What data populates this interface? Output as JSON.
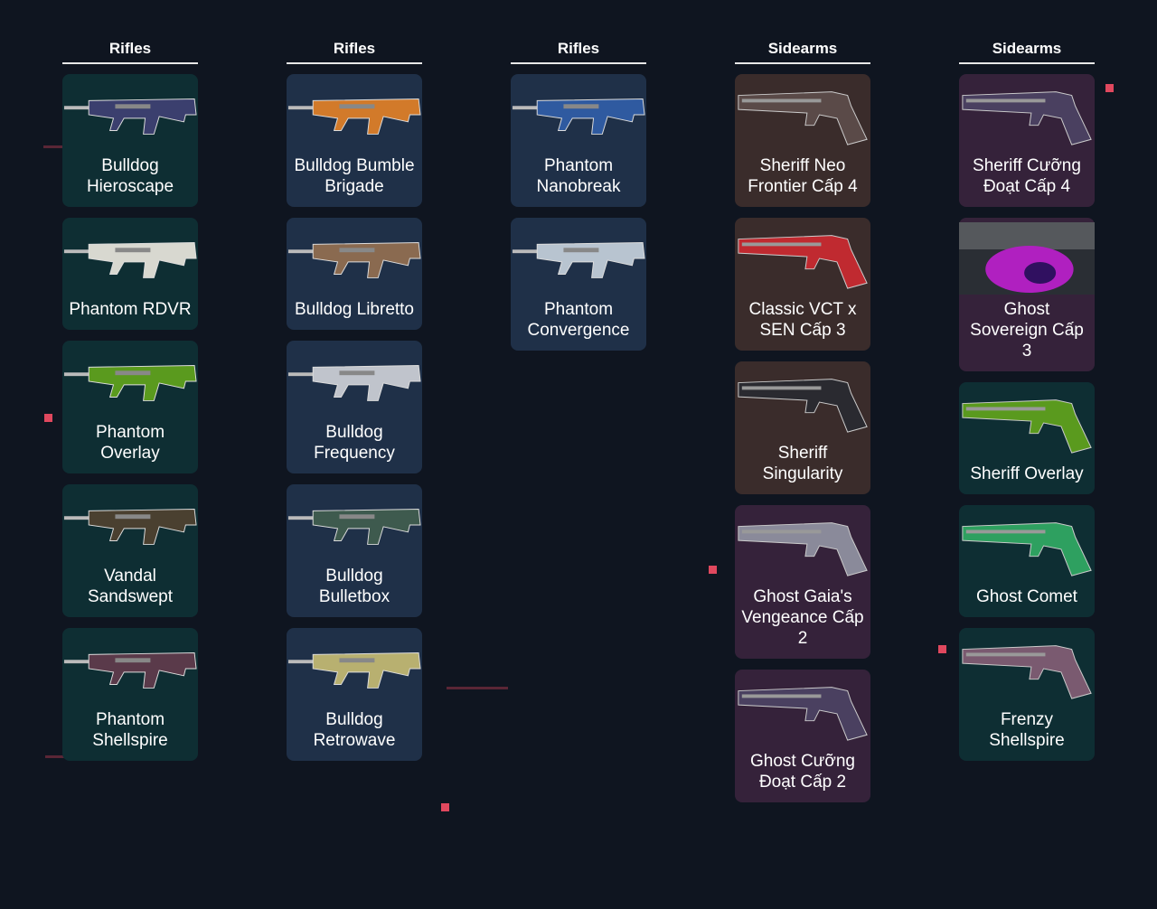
{
  "columns": [
    {
      "title": "Rifles",
      "items": [
        {
          "name": "Bulldog Hieroscape",
          "kind": "rifle",
          "bg": "teal",
          "color": "#3b3f6e"
        },
        {
          "name": "Phantom RDVR",
          "kind": "rifle",
          "bg": "teal",
          "color": "#d8d8d0"
        },
        {
          "name": "Phantom Overlay",
          "kind": "rifle",
          "bg": "teal",
          "color": "#5a9a1e"
        },
        {
          "name": "Vandal Sandswept",
          "kind": "rifle",
          "bg": "teal",
          "color": "#4a4030"
        },
        {
          "name": "Phantom Shellspire",
          "kind": "rifle",
          "bg": "teal",
          "color": "#5a3a4a"
        }
      ]
    },
    {
      "title": "Rifles",
      "items": [
        {
          "name": "Bulldog Bumble Brigade",
          "kind": "rifle",
          "bg": "navy",
          "color": "#d27a2a"
        },
        {
          "name": "Bulldog Libretto",
          "kind": "rifle",
          "bg": "navy",
          "color": "#8a6a50"
        },
        {
          "name": "Bulldog Frequency",
          "kind": "rifle",
          "bg": "navy",
          "color": "#c0c4cc"
        },
        {
          "name": "Bulldog Bulletbox",
          "kind": "rifle",
          "bg": "navy",
          "color": "#3e5a4e"
        },
        {
          "name": "Bulldog Retrowave",
          "kind": "rifle",
          "bg": "navy",
          "color": "#b8b070"
        }
      ]
    },
    {
      "title": "Rifles",
      "items": [
        {
          "name": "Phantom Nanobreak",
          "kind": "rifle",
          "bg": "navy",
          "color": "#2f5aa0"
        },
        {
          "name": "Phantom Convergence",
          "kind": "rifle",
          "bg": "navy",
          "color": "#b8c4d0"
        }
      ]
    },
    {
      "title": "Sidearms",
      "items": [
        {
          "name": "Sheriff Neo Frontier Cấp 4",
          "kind": "pistol",
          "bg": "brown",
          "color": "#5a4a48"
        },
        {
          "name": "Classic VCT x SEN Cấp 3",
          "kind": "pistol",
          "bg": "brown",
          "color": "#c02a30"
        },
        {
          "name": "Sheriff Singularity",
          "kind": "pistol",
          "bg": "brown",
          "color": "#2a2a30"
        },
        {
          "name": "Ghost Gaia's Vengeance Cấp 2",
          "kind": "pistol",
          "bg": "purple",
          "color": "#8a8a9a"
        },
        {
          "name": "Ghost Cưỡng Đoạt Cấp 2",
          "kind": "pistol",
          "bg": "purple",
          "color": "#4a4060"
        }
      ]
    },
    {
      "title": "Sidearms",
      "items": [
        {
          "name": "Sheriff Cưỡng Đoạt Cấp 4",
          "kind": "pistol",
          "bg": "purple",
          "color": "#4a4060"
        },
        {
          "name": "Ghost Sovereign Cấp 3",
          "kind": "photo",
          "bg": "purple",
          "color": "#b020c0"
        },
        {
          "name": "Sheriff Overlay",
          "kind": "pistol",
          "bg": "teal",
          "color": "#5a9a1e"
        },
        {
          "name": "Ghost Comet",
          "kind": "pistol",
          "bg": "teal",
          "color": "#2ea060"
        },
        {
          "name": "Frenzy Shellspire",
          "kind": "pistol",
          "bg": "teal",
          "color": "#7a5a70"
        }
      ]
    }
  ]
}
